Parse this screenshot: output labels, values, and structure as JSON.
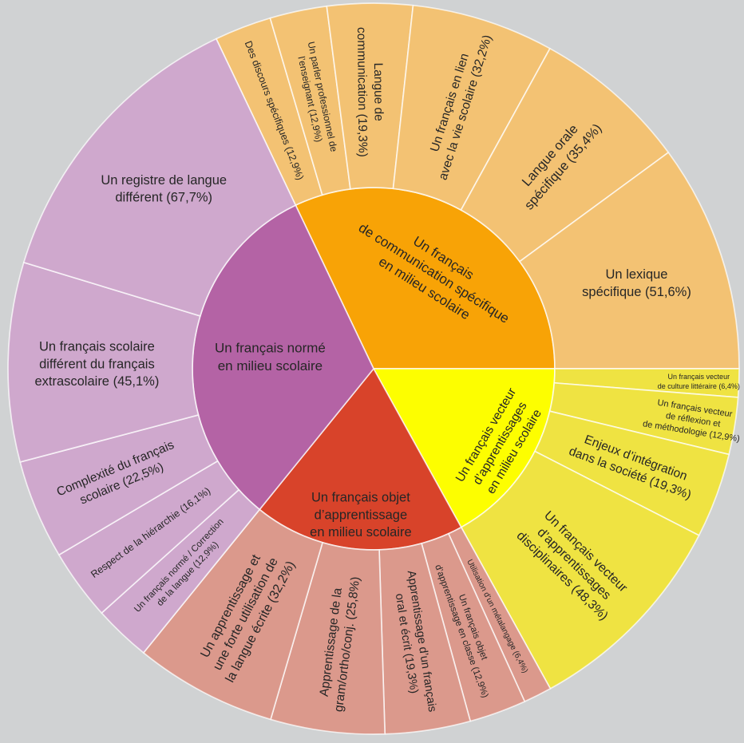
{
  "background_color": "#D0D2D3",
  "chart_data": {
    "type": "sunburst",
    "title": "",
    "value_unit": "%",
    "rotation_deg": -25.5,
    "inner_radius_frac": 0.4956,
    "text_color": "#262626",
    "separator_color": "#FFFFFF",
    "segments": [
      {
        "label": "Un français de communication spécifique en milieu scolaire",
        "lines": [
          "Un français",
          "de communication spécifique",
          "en milieu scolaire"
        ],
        "color": "#F8A306",
        "children_color": "#F3C273",
        "orient": "t",
        "label_r": 0.31,
        "fs": 17,
        "children": [
          {
            "label": "Des discours spécifiques",
            "value": 12.9,
            "pct": "12,9%",
            "lines": [
              "Des discours spécifiques (12,9%)"
            ],
            "orient": "r",
            "fs": 12.5
          },
          {
            "label": "Un parler professionnel de l’enseignant",
            "value": 12.9,
            "pct": "12,9%",
            "lines": [
              "Un parler professionnel de",
              "l’enseignant (12,9%)"
            ],
            "orient": "r",
            "fs": 12
          },
          {
            "label": "Langue de communication",
            "value": 19.3,
            "pct": "19,3%",
            "lines": [
              "Langue de",
              "communication (19,3%)"
            ],
            "orient": "r",
            "fs": 15.5
          },
          {
            "label": "Un français en lien avec la vie scolaire",
            "value": 32.2,
            "pct": "32,2%",
            "lines": [
              "Un français en lien",
              "avec la vie scolaire (32,2%)"
            ],
            "orient": "r",
            "fs": 15.5
          },
          {
            "label": "Langue orale spécifique",
            "value": 35.4,
            "pct": "35,4%",
            "lines": [
              "Langue orale",
              "spécifique (35,4%)"
            ],
            "orient": "r",
            "fs": 16.5
          },
          {
            "label": "Un lexique spécifique",
            "value": 51.6,
            "pct": "51,6%",
            "lines": [
              "Un lexique",
              "spécifique (51,6%)"
            ],
            "orient": "h",
            "fs": 16.5
          }
        ]
      },
      {
        "label": "Un français vecteur d’apprentissages en milieu scolaire",
        "lines": [
          "Un français vecteur",
          "d’apprentissages",
          "en milieu scolaire"
        ],
        "color": "#FDFE00",
        "children_color": "#EFE342",
        "orient": "t",
        "label_r": 0.4,
        "fs": 15.5,
        "children": [
          {
            "label": "Un français vecteur de culture littéraire",
            "value": 6.4,
            "pct": "6,4%",
            "lines": [
              "Un français vecteur",
              "de culture littéraire (6,4%)"
            ],
            "orient": "h",
            "fs": 9,
            "label_r": 0.89
          },
          {
            "label": "Un français vecteur de réflexion et de méthodologie",
            "value": 12.9,
            "pct": "12,9%",
            "lines": [
              "Un français vecteur",
              "de réflexion et",
              "de méthodologie (12,9%)"
            ],
            "orient": "r",
            "fs": 11,
            "label_r": 0.885
          },
          {
            "label": "Enjeux d’intégration dans la société",
            "value": 19.3,
            "pct": "19,3%",
            "lines": [
              "Enjeux d’intégration",
              "dans la société (19,3%)"
            ],
            "orient": "r",
            "fs": 15.5
          },
          {
            "label": "Un français vecteur d’apprentissages disciplinaires",
            "value": 48.3,
            "pct": "48,3%",
            "lines": [
              "Un français vecteur",
              "d’apprentissages",
              "disciplinaires (48,3%)"
            ],
            "orient": "r",
            "fs": 16,
            "label_r": 0.765
          }
        ]
      },
      {
        "label": "Un français objet d’apprentissage en milieu scolaire",
        "lines": [
          "Un français objet",
          "d’apprentissage",
          "en milieu scolaire"
        ],
        "color": "#D8432A",
        "children_color": "#DB998C",
        "orient": "h",
        "label_r": 0.4,
        "fs": 16.5,
        "children": [
          {
            "label": "Utilisation d’un métalangage",
            "value": 6.4,
            "pct": "6,4%",
            "lines": [
              "Utilisation d’un métalangage (6,4%)"
            ],
            "orient": "r",
            "fs": 10
          },
          {
            "label": "Un français objet d’apprentissage en classe",
            "value": 12.9,
            "pct": "12,9%",
            "lines": [
              "Un français objet",
              "d’apprentissage en classe (12,9%)"
            ],
            "orient": "r",
            "fs": 11.5
          },
          {
            "label": "Apprentissage d’un français oral et écrit",
            "value": 19.3,
            "pct": "19,3%",
            "lines": [
              "Apprentissage d’un français",
              "oral et écrit (19,3%)"
            ],
            "orient": "r",
            "fs": 14.5
          },
          {
            "label": "Apprentissage de la gram/ortho/conj.",
            "value": 25.8,
            "pct": "25,8%",
            "lines": [
              "Apprentissage de la",
              "gram/ortho/conj. (25,8%)"
            ],
            "orient": "r",
            "fs": 15.5
          },
          {
            "label": "Un apprentissage et une forte utilisation de la langue écrite",
            "value": 32.2,
            "pct": "32,2%",
            "lines": [
              "Un apprentissage et",
              "une forte utilisation de",
              "la langue écrite (32,2%)"
            ],
            "orient": "r",
            "fs": 16
          }
        ]
      },
      {
        "label": "Un français normé en milieu scolaire",
        "lines": [
          "Un français normé",
          "en milieu scolaire"
        ],
        "color": "#B463A5",
        "children_color": "#CFA8CD",
        "orient": "h",
        "label_r": 0.285,
        "fs": 17,
        "children": [
          {
            "label": "Un français normé / Correction de la langue",
            "value": 12.9,
            "pct": "12,9%",
            "lines": [
              "Un français normé / Correction",
              "de la langue (12,9%)"
            ],
            "orient": "r",
            "fs": 11.5
          },
          {
            "label": "Respect de la hiérarchie",
            "value": 16.1,
            "pct": "16,1%",
            "lines": [
              "Respect de la hiérarchie (16,1%)"
            ],
            "orient": "r",
            "fs": 12.5
          },
          {
            "label": "Complexité du français scolaire",
            "value": 22.5,
            "pct": "22,5%",
            "lines": [
              "Complexité du français",
              "scolaire (22,5%)"
            ],
            "orient": "r",
            "fs": 15.5
          },
          {
            "label": "Un français scolaire différent du français extrascolaire",
            "value": 45.1,
            "pct": "45,1%",
            "lines": [
              "Un français scolaire",
              "différent du français",
              "extrascolaire (45,1%)"
            ],
            "orient": "h",
            "fs": 16.5
          },
          {
            "label": "Un registre de langue différent",
            "value": 67.7,
            "pct": "67,7%",
            "lines": [
              "Un registre de langue",
              "différent (67,7%)"
            ],
            "orient": "h",
            "fs": 16.5
          }
        ]
      }
    ]
  }
}
